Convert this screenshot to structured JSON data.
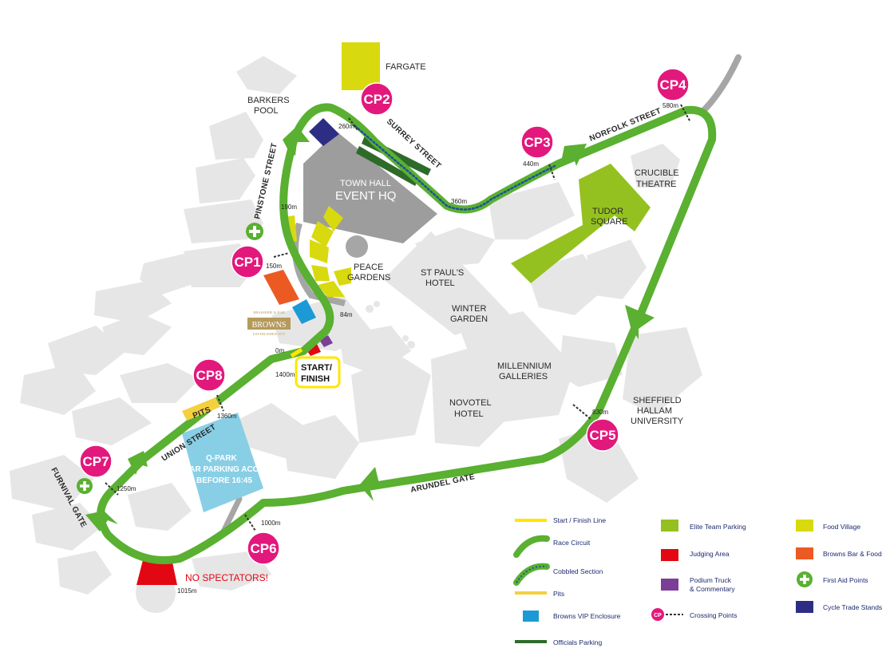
{
  "colors": {
    "route": "#5ab031",
    "cobble_dot": "#1d4f9e",
    "checkpoint": "#e2187c",
    "building": "#e6e6e6",
    "road_grey": "#a6a6a6",
    "elite_parking": "#94c11f",
    "food_village": "#d9d90f",
    "judging": "#e30613",
    "podium": "#7b3f97",
    "browns_bar": "#ec5a23",
    "vip": "#1c9ad6",
    "trade": "#2d2e83",
    "officials": "#2e6b2a",
    "start_line": "#ffe600",
    "pits": "#f4d03f",
    "qpark": "#88cfe6",
    "warning_red": "#e30613"
  },
  "place_labels": {
    "fargate": "FARGATE",
    "barkers_1": "BARKERS",
    "barkers_2": "POOL",
    "crucible_1": "CRUCIBLE",
    "crucible_2": "THEATRE",
    "tudor_1": "TUDOR",
    "tudor_2": "SQUARE",
    "peace_1": "PEACE",
    "peace_2": "GARDENS",
    "stpauls_1": "ST PAUL'S",
    "stpauls_2": "HOTEL",
    "winter_1": "WINTER",
    "winter_2": "GARDEN",
    "millennium_1": "MILLENNIUM",
    "millennium_2": "GALLERIES",
    "novotel_1": "NOVOTEL",
    "novotel_2": "HOTEL",
    "shu_1": "SHEFFIELD",
    "shu_2": "HALLAM",
    "shu_3": "UNIVERSITY",
    "townhall_1": "TOWN HALL",
    "townhall_2": "EVENT HQ"
  },
  "streets": {
    "pinstone": "PINSTONE STREET",
    "surrey": "SURREY STREET",
    "norfolk": "NORFOLK STREET",
    "union": "UNION STREET",
    "arundel": "ARUNDEL GATE",
    "furnival": "FURNIVAL GATE"
  },
  "checkpoints": [
    {
      "label": "CP1",
      "distance": "150m"
    },
    {
      "label": "CP2",
      "distance": "260m"
    },
    {
      "label": "CP3",
      "distance": "440m"
    },
    {
      "label": "CP4",
      "distance": "580m"
    },
    {
      "label": "CP5",
      "distance": "830m"
    },
    {
      "label": "CP6",
      "distance": "1000m"
    },
    {
      "label": "CP7",
      "distance": "1250m"
    },
    {
      "label": "CP8",
      "distance": "1360m"
    }
  ],
  "distances": {
    "d190": "190m",
    "d360": "360m",
    "d84": "84m",
    "d0": "0m",
    "d1400": "1400m",
    "d1015": "1015m"
  },
  "start_finish": {
    "line1": "START/",
    "line2": "FINISH"
  },
  "pits_label": "PITS",
  "qpark": {
    "line1": "Q-PARK",
    "line2": "CAR PARKING ACCESS",
    "line3": "BEFORE 16:45"
  },
  "no_spectators": "NO SPECTATORS!",
  "browns_logo": {
    "top": "BRASSERIE & BAR",
    "name": "BROWNS",
    "bottom": "ESTABLISHED 1973"
  },
  "legend": [
    {
      "key": "start_finish_line",
      "label": "Start / Finish Line"
    },
    {
      "key": "race_circuit",
      "label": "Race Circuit"
    },
    {
      "key": "cobbled_section",
      "label": "Cobbled Section"
    },
    {
      "key": "pits",
      "label": "Pits"
    },
    {
      "key": "browns_vip",
      "label": "Browns VIP Enclosure"
    },
    {
      "key": "officials_parking",
      "label": "Officials Parking"
    },
    {
      "key": "elite_team_parking",
      "label": "Elite Team Parking"
    },
    {
      "key": "judging_area",
      "label": "Judging Area"
    },
    {
      "key": "podium_truck_1",
      "label": "Podium Truck"
    },
    {
      "key": "podium_truck_2",
      "label": "& Commentary"
    },
    {
      "key": "crossing_points",
      "label": "Crossing Points",
      "badge": "CP"
    },
    {
      "key": "food_village",
      "label": "Food Village"
    },
    {
      "key": "browns_bar_food",
      "label": "Browns Bar & Food"
    },
    {
      "key": "first_aid",
      "label": "First Aid Points"
    },
    {
      "key": "cycle_trade",
      "label": "Cycle Trade Stands"
    }
  ]
}
